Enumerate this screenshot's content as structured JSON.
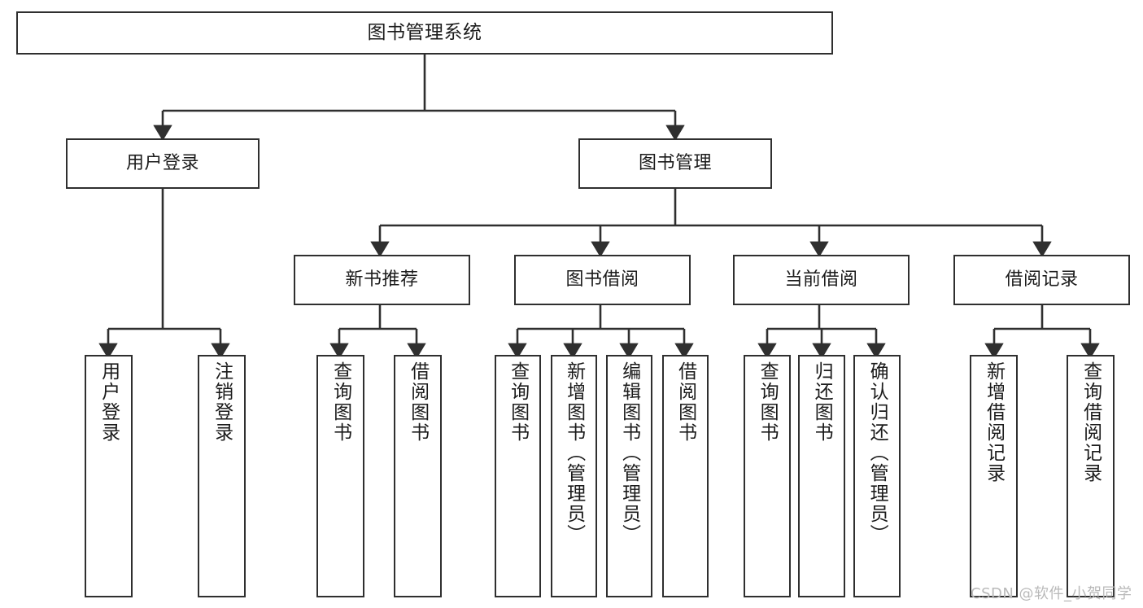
{
  "diagram": {
    "type": "tree-hierarchy",
    "title": "图书管理系统",
    "watermark": "CSDN @软件_小贺同学",
    "colors": {
      "box_border": "#2f2f2f",
      "box_fill": "#ffffff",
      "connector": "#2f2f2f",
      "text": "#1b1b1b",
      "watermark": "#b9b9b9",
      "background": "#ffffff"
    },
    "nodes": {
      "root": {
        "label": "图书管理系统"
      },
      "level1": [
        {
          "id": "user-login",
          "label": "用户登录"
        },
        {
          "id": "book-management",
          "label": "图书管理"
        }
      ],
      "level2": [
        {
          "id": "new-book-recommend",
          "label": "新书推荐"
        },
        {
          "id": "book-borrow",
          "label": "图书借阅"
        },
        {
          "id": "current-borrow",
          "label": "当前借阅"
        },
        {
          "id": "borrow-record",
          "label": "借阅记录"
        }
      ],
      "leaves": {
        "user_login": [
          {
            "id": "leaf-user-login",
            "label": "用户登录"
          },
          {
            "id": "leaf-logout-login",
            "label": "注销登录"
          }
        ],
        "new_book_recommend": [
          {
            "id": "leaf-query-book-1",
            "label": "查询图书"
          },
          {
            "id": "leaf-borrow-book-1",
            "label": "借阅图书"
          }
        ],
        "book_borrow": [
          {
            "id": "leaf-query-book-2",
            "label": "查询图书"
          },
          {
            "id": "leaf-add-book-admin",
            "label": "新增图书（管理员）"
          },
          {
            "id": "leaf-edit-book-admin",
            "label": "编辑图书（管理员）"
          },
          {
            "id": "leaf-borrow-book-2",
            "label": "借阅图书"
          }
        ],
        "current_borrow": [
          {
            "id": "leaf-query-book-3",
            "label": "查询图书"
          },
          {
            "id": "leaf-return-book",
            "label": "归还图书"
          },
          {
            "id": "leaf-confirm-return-admin",
            "label": "确认归还（管理员）"
          }
        ],
        "borrow_record": [
          {
            "id": "leaf-add-borrow-record",
            "label": "新增借阅记录"
          },
          {
            "id": "leaf-query-borrow-record",
            "label": "查询借阅记录"
          }
        ]
      }
    }
  }
}
